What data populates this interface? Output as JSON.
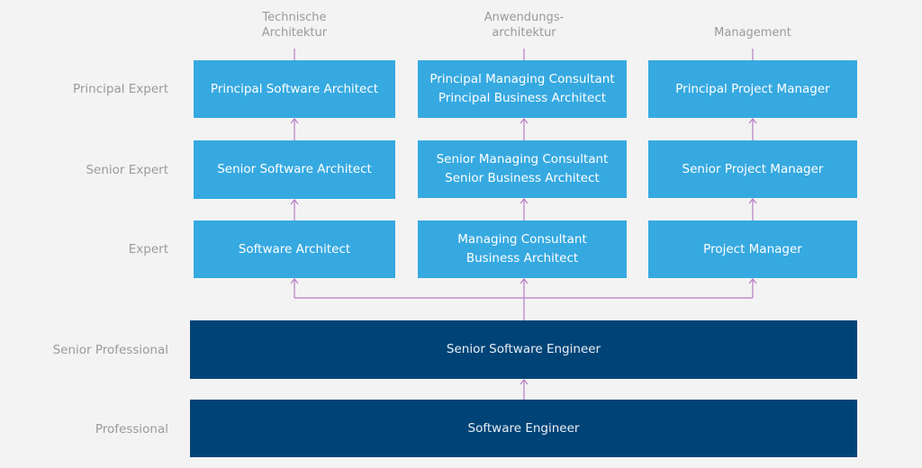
{
  "columns": [
    {
      "id": "tech",
      "heading": "Technische\nArchitektur"
    },
    {
      "id": "app",
      "heading": "Anwendungs-\narchitektur"
    },
    {
      "id": "mgmt",
      "heading": "Management"
    }
  ],
  "levels": [
    {
      "label": "Principal Expert"
    },
    {
      "label": "Senior Expert"
    },
    {
      "label": "Expert"
    },
    {
      "label": "Senior Professional"
    },
    {
      "label": "Professional"
    }
  ],
  "roles": {
    "tech": [
      {
        "lines": [
          "Principal Software Architect"
        ]
      },
      {
        "lines": [
          "Senior Software Architect"
        ]
      },
      {
        "lines": [
          "Software Architect"
        ]
      }
    ],
    "app": [
      {
        "lines": [
          "Principal Managing Consultant",
          "Principal Business Architect"
        ]
      },
      {
        "lines": [
          "Senior Managing Consultant",
          "Senior Business Architect"
        ]
      },
      {
        "lines": [
          "Managing Consultant",
          "Business Architect"
        ]
      }
    ],
    "mgmt": [
      {
        "lines": [
          "Principal Project Manager"
        ]
      },
      {
        "lines": [
          "Senior Project Manager"
        ]
      },
      {
        "lines": [
          "Project Manager"
        ]
      }
    ],
    "shared": [
      {
        "lines": [
          "Senior Software Engineer"
        ]
      },
      {
        "lines": [
          "Software Engineer"
        ]
      }
    ]
  },
  "colors": {
    "background": "#f3f3f3",
    "expert_box": "#36a9e1",
    "professional_box": "#004477",
    "connector": "#b57cc4",
    "label_text": "#9a9a9a"
  }
}
